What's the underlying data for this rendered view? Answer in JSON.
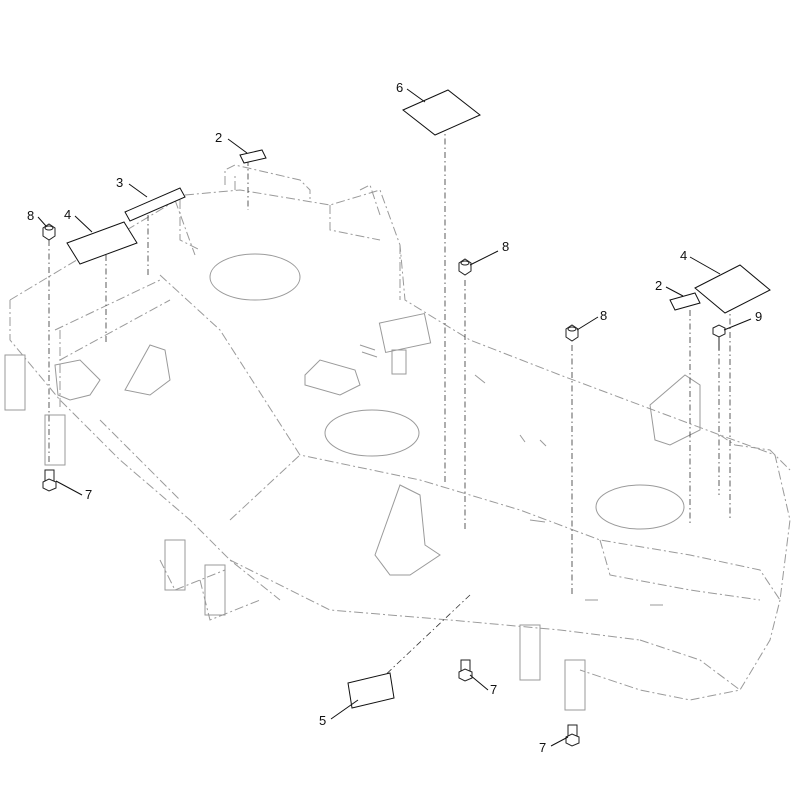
{
  "callouts": [
    {
      "label": "2"
    },
    {
      "label": "3"
    },
    {
      "label": "4"
    },
    {
      "label": "8"
    },
    {
      "label": "6"
    },
    {
      "label": "8"
    },
    {
      "label": "4"
    },
    {
      "label": "2"
    },
    {
      "label": "8"
    },
    {
      "label": "9"
    },
    {
      "label": "7"
    },
    {
      "label": "5"
    },
    {
      "label": "7"
    },
    {
      "label": "7"
    }
  ]
}
